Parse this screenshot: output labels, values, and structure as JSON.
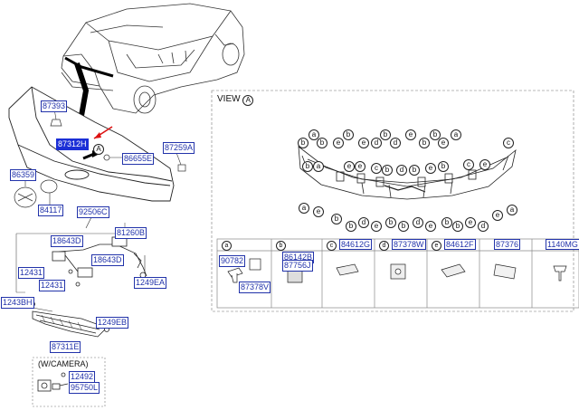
{
  "view": {
    "label": "VIEW",
    "circle": "A"
  },
  "wcamera": "(W/CAMERA)",
  "callout_a": "A",
  "parts": {
    "p87393": "87393",
    "p87312H": "87312H",
    "p86655E": "86655E",
    "p87259A": "87259A",
    "p86359": "86359",
    "p84117": "84117",
    "p92506C": "92506C",
    "p18643D_a": "18643D",
    "p81260B": "81260B",
    "p18643D_b": "18643D",
    "p12431_a": "12431",
    "p12431_b": "12431",
    "p1249EA": "1249EA",
    "p1243BH": "1243BH",
    "p1249EB": "1249EB",
    "p87311E": "87311E",
    "p12492": "12492",
    "p95750L": "95750L"
  },
  "table": {
    "headers": [
      {
        "circle": "a",
        "part": ""
      },
      {
        "circle": "b",
        "part": ""
      },
      {
        "circle": "c",
        "part": "84612G"
      },
      {
        "circle": "d",
        "part": "87378W"
      },
      {
        "circle": "e",
        "part": "84612F"
      },
      {
        "circle": "",
        "part": "87376"
      },
      {
        "circle": "",
        "part": "1140MG"
      }
    ],
    "cell_parts": {
      "p90782": "90782",
      "p87378V": "87378V",
      "p86142B": "86142B",
      "p87756J": "87756J"
    }
  },
  "view_letters": {
    "top": [
      "a",
      "b",
      "b",
      "e",
      "b",
      "e",
      "d",
      "b",
      "d",
      "e",
      "b",
      "b",
      "e",
      "a",
      "c"
    ],
    "mid": [
      "b",
      "a",
      "e",
      "e",
      "c",
      "b",
      "d",
      "b",
      "e",
      "b",
      "c",
      "e"
    ],
    "bottom": [
      "a",
      "e",
      "b",
      "b",
      "d",
      "e",
      "b",
      "b",
      "d",
      "e",
      "b",
      "b",
      "e",
      "d",
      "e",
      "a"
    ]
  }
}
